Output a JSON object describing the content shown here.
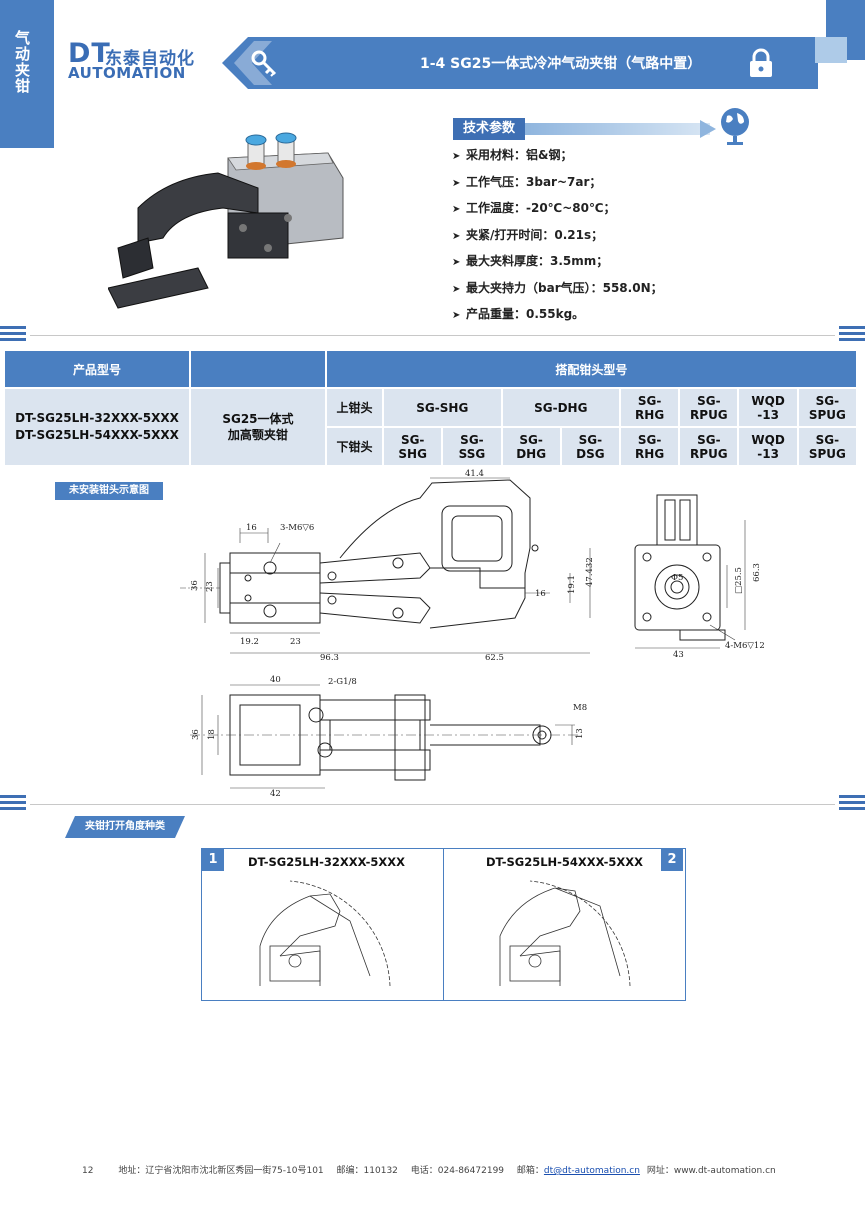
{
  "side_tab": "气动夹钳",
  "logo": {
    "brand": "DT",
    "cn": "东泰自动化",
    "en": "AUTOMATION"
  },
  "title": "1-4  SG25一体式冷冲气动夹钳（气路中置）",
  "tech": {
    "heading": "技术参数",
    "items": [
      "采用材料：铝&钢；",
      "工作气压：3bar~7ar；",
      "工作温度：-20℃~80℃；",
      "夹紧/打开时间：0.21s；",
      "最大夹料厚度：3.5mm；",
      "最大夹持力（bar气压）：558.0N；",
      "产品重量：0.55kg。"
    ]
  },
  "table": {
    "h_model": "产品型号",
    "h_match": "搭配钳头型号",
    "models": [
      "DT-SG25LH-32XXX-5XXX",
      "DT-SG25LH-54XXX-5XXX"
    ],
    "desc": [
      "SG25一体式",
      "加高颚夹钳"
    ],
    "row_upper": {
      "label": "上钳头",
      "cells": [
        "SG-SHG",
        "SG-DHG",
        "SG-\nRHG",
        "SG-\nRPUG",
        "WQD\n-13",
        "SG-\nSPUG"
      ]
    },
    "row_lower": {
      "label": "下钳头",
      "cells": [
        "SG-\nSHG",
        "SG-\nSSG",
        "SG-\nDHG",
        "SG-\nDSG",
        "SG-\nRHG",
        "SG-\nRPUG",
        "WQD\n-13",
        "SG-\nSPUG"
      ]
    }
  },
  "drawing_label": "未安装钳头示意图",
  "dims": {
    "d16": "16",
    "m6": "3-M6▽6",
    "d41_4": "41.4",
    "d36": "36",
    "d23": "23",
    "d19_2": "19.2",
    "d23b": "23",
    "d96_3": "96.3",
    "d62_5": "62.5",
    "d16b": "16",
    "d19_1": "19.1",
    "d47_432": "47.432",
    "d25_5": "□25.5",
    "d66_3": "66.3",
    "d43": "43",
    "m6_12": "4-M6▽12",
    "phi": "Φ5",
    "d40": "40",
    "g18": "2-G1/8",
    "d36b": "36",
    "d18": "18",
    "d42": "42",
    "m8": "M8",
    "d13": "13"
  },
  "angle_label": "夹钳打开角度种类",
  "angles": [
    {
      "num": "1",
      "model": "DT-SG25LH-32XXX-5XXX"
    },
    {
      "num": "2",
      "model": "DT-SG25LH-54XXX-5XXX"
    }
  ],
  "footer": {
    "page": "12",
    "address": "地址：辽宁省沈阳市沈北新区秀园一街75-10号101",
    "postcode": "邮编：110132",
    "phone": "电话：024-86472199",
    "email_label": "邮箱：",
    "email": "dt@dt-automation.cn",
    "web": "网址：www.dt-automation.cn"
  },
  "colors": {
    "brand_blue": "#4a7fc1",
    "light_blue": "#dbe4ef"
  }
}
